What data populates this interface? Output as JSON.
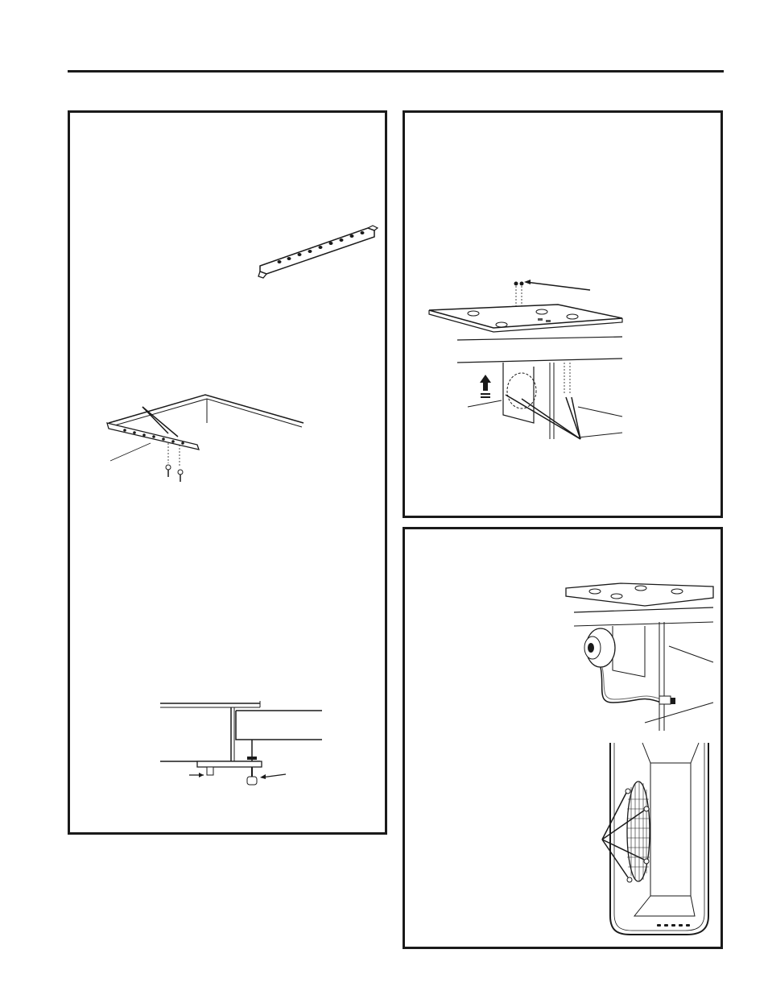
{
  "page": {
    "header_rule": "",
    "panels": [
      {
        "id": "left",
        "figures": [
          "bracket-part",
          "bracket-install",
          "leveling-leg"
        ]
      },
      {
        "id": "right-top",
        "figures": [
          "cooktop-screws-removal"
        ]
      },
      {
        "id": "right-bottom",
        "figures": [
          "blower-motor",
          "blower-housing-screws"
        ]
      }
    ]
  },
  "colors": {
    "line": "#1a1a1a",
    "paper": "#ffffff"
  }
}
